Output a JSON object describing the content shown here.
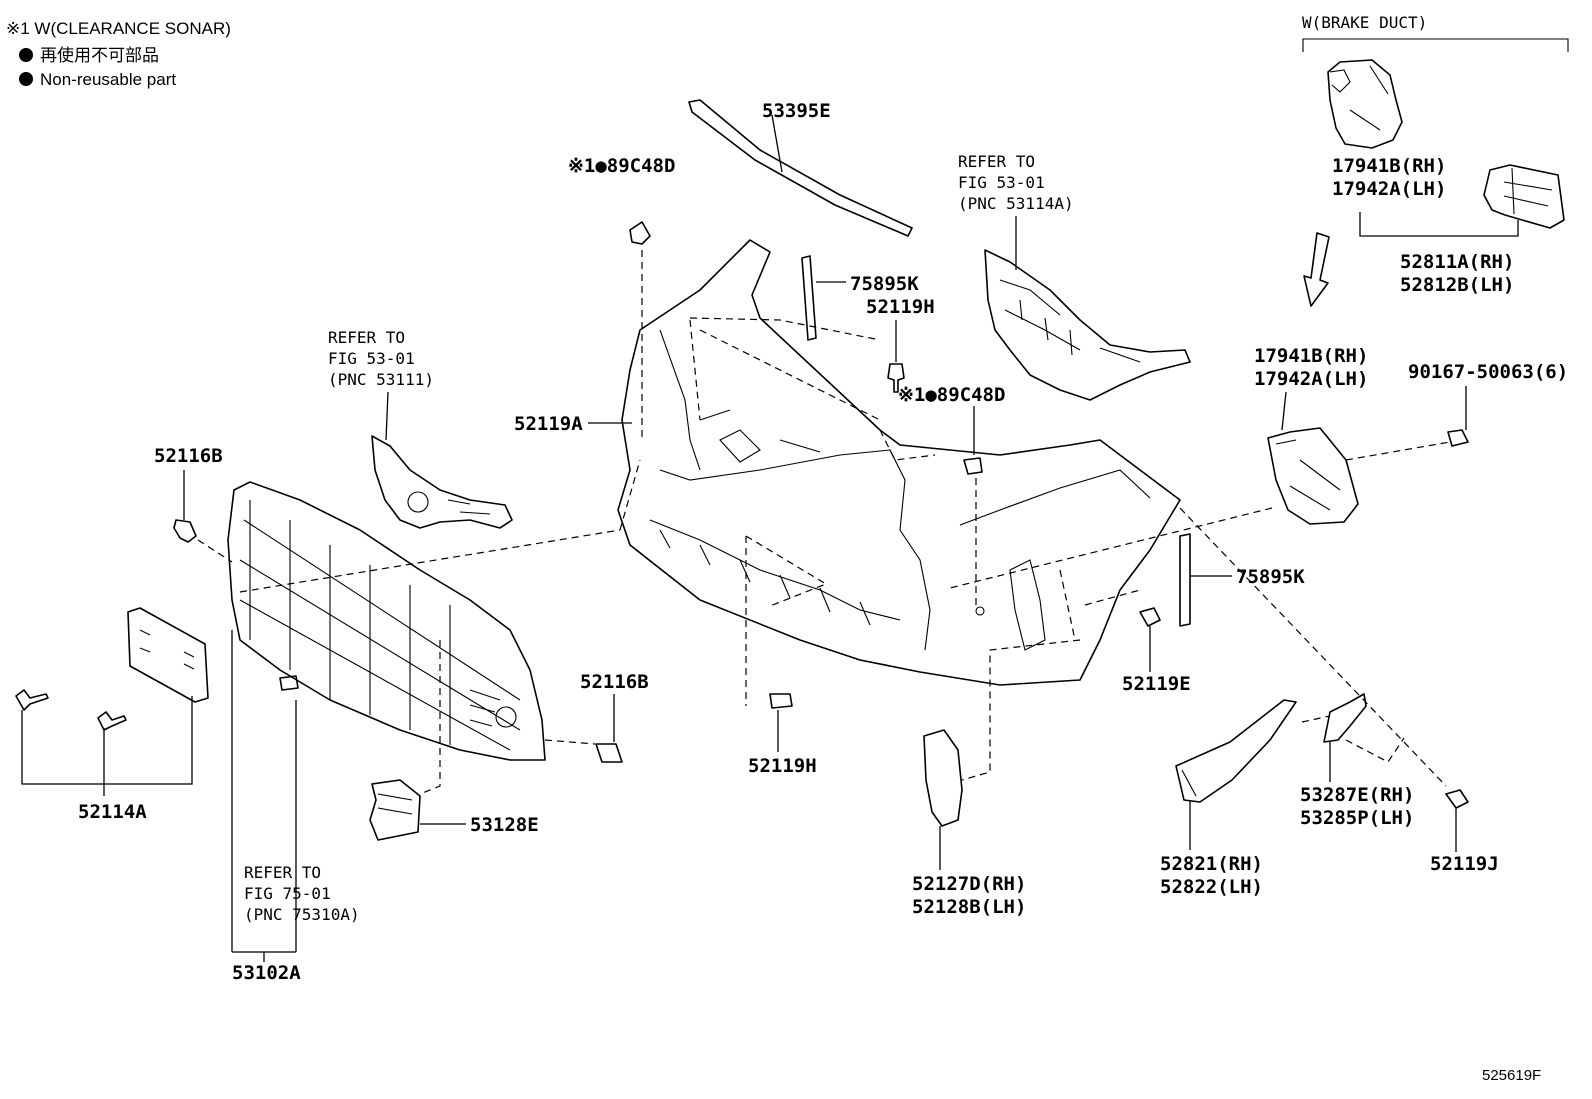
{
  "legend": {
    "note": "※1 W(CLEARANCE SONAR)",
    "non_reusable_ja": "再使用不可部品",
    "non_reusable_en": "Non-reusable part",
    "bullet": "●"
  },
  "brake_duct_group": {
    "label": "W(BRAKE DUCT)",
    "parts": [
      "17941B(RH)",
      "17942A(LH)",
      "52811A(RH)",
      "52812B(LH)"
    ]
  },
  "references": {
    "ref_53114a": [
      "REFER TO",
      "FIG 53-01",
      "(PNC 53114A)"
    ],
    "ref_53111": [
      "REFER TO",
      "FIG 53-01",
      "(PNC 53111)"
    ],
    "ref_75310a": [
      "REFER TO",
      "FIG 75-01",
      "(PNC 75310A)"
    ]
  },
  "labels": {
    "p53395e": "53395E",
    "p89c48d_top": "※1●89C48D",
    "p89c48d_mid": "※1●89C48D",
    "p75895k_top": "75895K",
    "p52119h_top": "52119H",
    "p52119a": "52119A",
    "p52116b_left": "52116B",
    "p52116b_mid": "52116B",
    "p17941b_mid": "17941B(RH)",
    "p17942a_mid": "17942A(LH)",
    "p90167": "90167-50063(6)",
    "p75895k_right": "75895K",
    "p52119e": "52119E",
    "p52119h_bottom": "52119H",
    "p52114a": "52114A",
    "p53128e": "53128E",
    "p53102a": "53102A",
    "p52127d": "52127D(RH)",
    "p52128b": "52128B(LH)",
    "p52821": "52821(RH)",
    "p52822": "52822(LH)",
    "p53287e": "53287E(RH)",
    "p53285p": "53285P(LH)",
    "p52119j": "52119J"
  },
  "figure_number": "525619F"
}
